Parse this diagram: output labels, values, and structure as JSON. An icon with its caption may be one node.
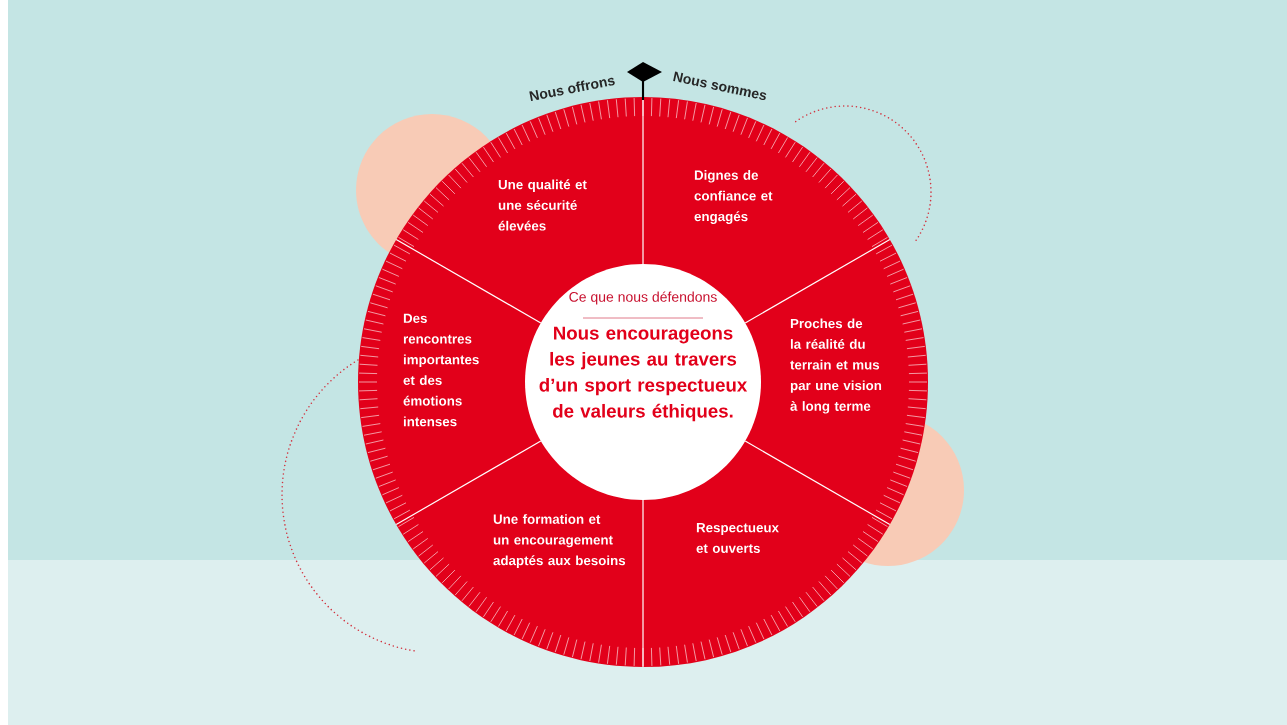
{
  "diagram": {
    "nodes": [
      {
        "text": [
          "Ce que nous défendons",
          "Nous encourageons les jeunes au travers d’un sport respectueux de valeurs éthiques."
        ]
      },
      {
        "text": [
          "Une qualité et une sécurité élevées"
        ]
      },
      {
        "text": [
          "Dignes de confiance et engagés"
        ]
      },
      {
        "text": [
          "Des rencontres importantes et des émotions intenses"
        ]
      },
      {
        "text": [
          "Proches de la réalité du terrain et mus par une vision à long terme"
        ]
      },
      {
        "text": [
          "Une formation et un encouragement adaptés aux besoins"
        ]
      },
      {
        "text": [
          "Respectueux et ouverts"
        ]
      }
    ],
    "labels": [
      "Nous offrons",
      "Nous sommes"
    ]
  }
}
